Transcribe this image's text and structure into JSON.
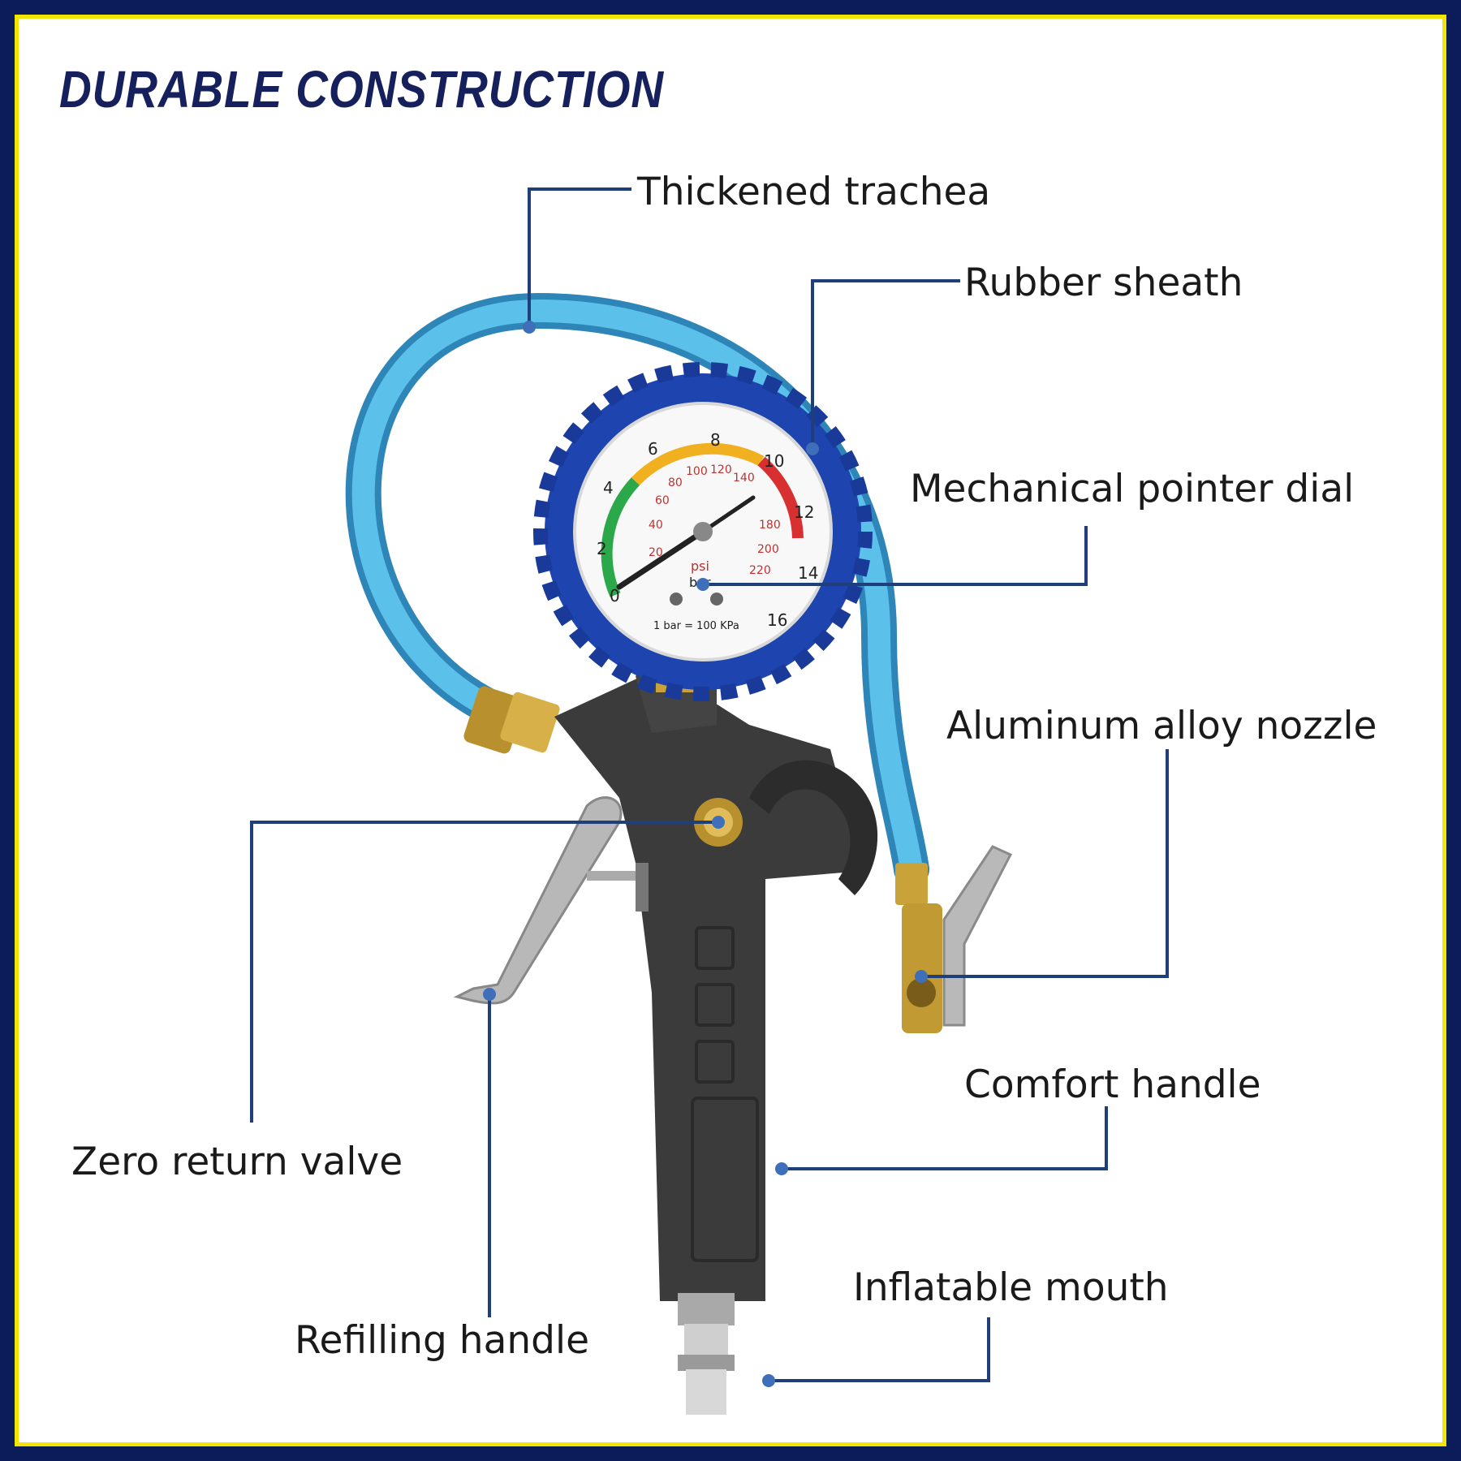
{
  "title": "DURABLE CONSTRUCTION",
  "colors": {
    "border_outer": "#0c1c5a",
    "border_inner": "#f2e600",
    "leader_line": "#1f3f7a",
    "hose": "#3aa6d8",
    "gauge_rubber": "#1f47b6",
    "gun_body": "#3a3a3a",
    "brass": "#c9a23a"
  },
  "labels": {
    "thickened_trachea": "Thickened trachea",
    "rubber_sheath": "Rubber sheath",
    "pointer_dial": "Mechanical pointer dial",
    "nozzle": "Aluminum alloy nozzle",
    "comfort_handle": "Comfort handle",
    "zero_return_valve": "Zero return valve",
    "inflatable_mouth": "Inflatable mouth",
    "refilling_handle": "Refilling handle"
  },
  "gauge": {
    "bar_ticks": [
      "0",
      "2",
      "4",
      "6",
      "8",
      "10",
      "12",
      "14",
      "16"
    ],
    "psi_ticks": [
      "20",
      "40",
      "60",
      "80",
      "100",
      "120",
      "140",
      "180",
      "200",
      "220"
    ],
    "unit_psi": "psi",
    "unit_bar": "bar",
    "footnote": "1 bar = 100 KPa"
  }
}
